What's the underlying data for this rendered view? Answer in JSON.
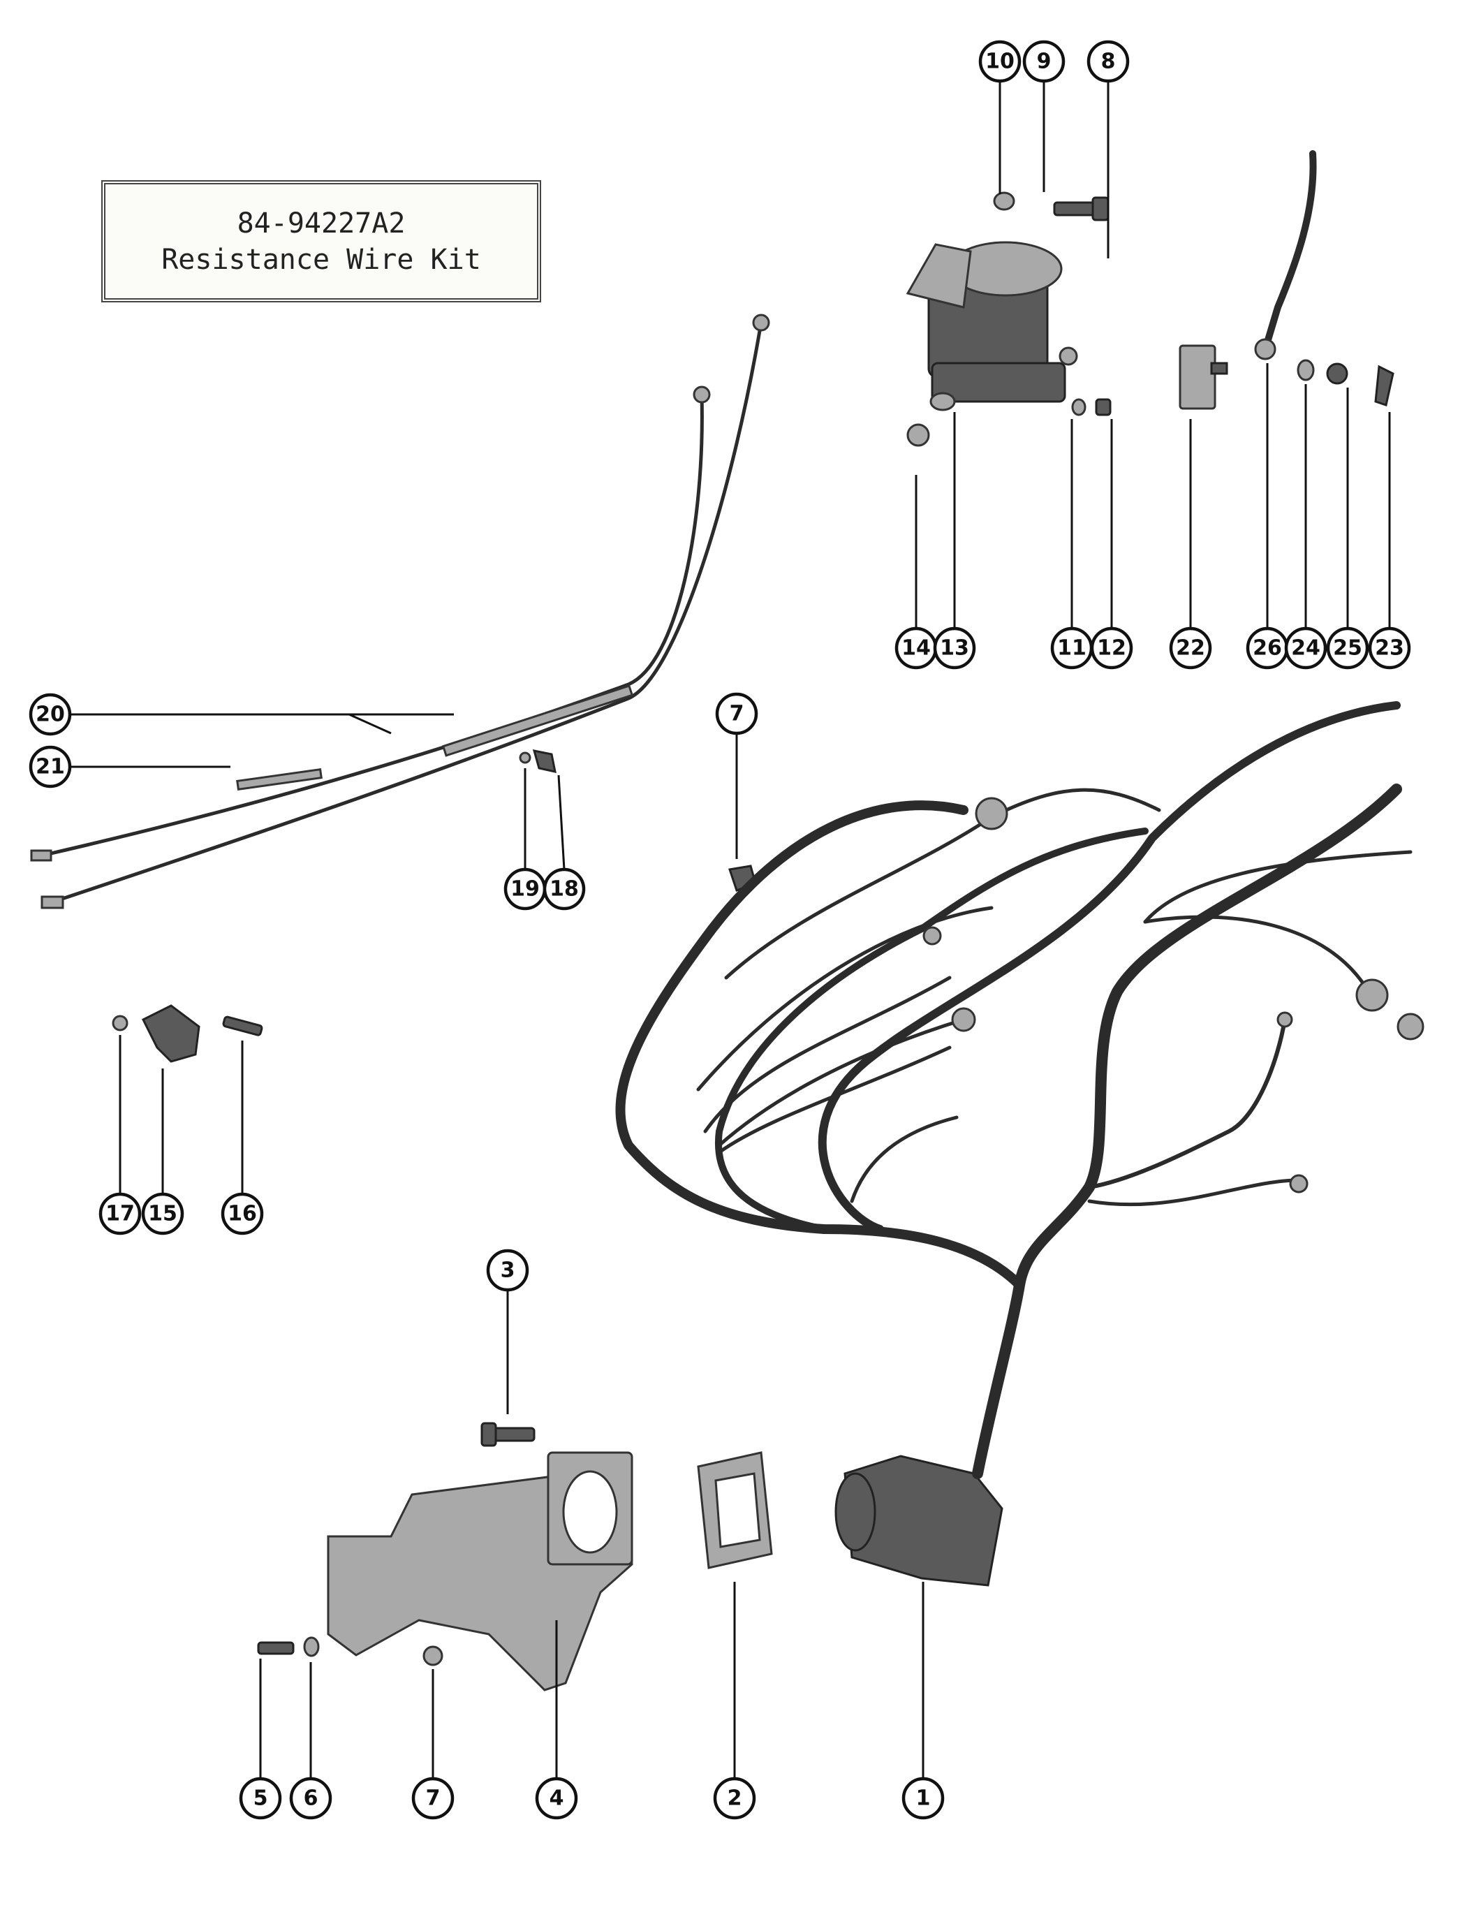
{
  "kit_label": {
    "part_number": "84-94227A2",
    "description": "Resistance Wire Kit"
  },
  "callouts": [
    {
      "id": "c10",
      "label": "10"
    },
    {
      "id": "c9",
      "label": "9"
    },
    {
      "id": "c8",
      "label": "8"
    },
    {
      "id": "c14",
      "label": "14"
    },
    {
      "id": "c13",
      "label": "13"
    },
    {
      "id": "c11",
      "label": "11"
    },
    {
      "id": "c12",
      "label": "12"
    },
    {
      "id": "c22",
      "label": "22"
    },
    {
      "id": "c26",
      "label": "26"
    },
    {
      "id": "c24",
      "label": "24"
    },
    {
      "id": "c25",
      "label": "25"
    },
    {
      "id": "c23",
      "label": "23"
    },
    {
      "id": "c20",
      "label": "20"
    },
    {
      "id": "c21",
      "label": "21"
    },
    {
      "id": "c7a",
      "label": "7"
    },
    {
      "id": "c19",
      "label": "19"
    },
    {
      "id": "c18",
      "label": "18"
    },
    {
      "id": "c17",
      "label": "17"
    },
    {
      "id": "c15",
      "label": "15"
    },
    {
      "id": "c16",
      "label": "16"
    },
    {
      "id": "c3",
      "label": "3"
    },
    {
      "id": "c5",
      "label": "5"
    },
    {
      "id": "c6",
      "label": "6"
    },
    {
      "id": "c7b",
      "label": "7"
    },
    {
      "id": "c4",
      "label": "4"
    },
    {
      "id": "c2",
      "label": "2"
    },
    {
      "id": "c1",
      "label": "1"
    }
  ]
}
